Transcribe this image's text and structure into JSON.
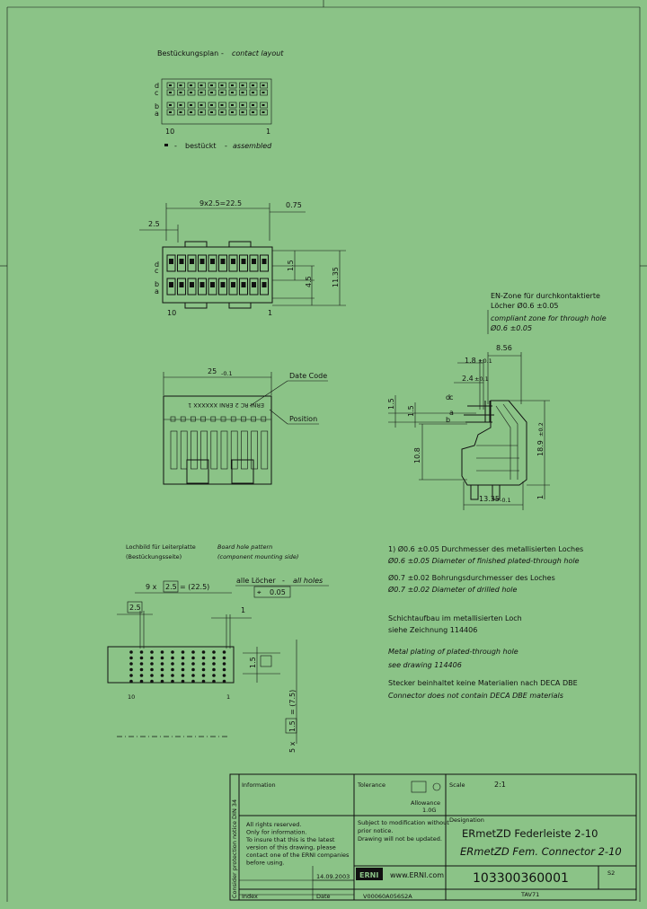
{
  "layout_block": {
    "title": "Bestückungsplan",
    "subtitle": "contact layout",
    "rows": [
      "d",
      "c",
      "b",
      "a"
    ],
    "left_num": "10",
    "right_num": "1",
    "legend": "bestückt",
    "legend_en": "assembled"
  },
  "top_view": {
    "dim_span": "9x2.5=22.5",
    "dim_075": "0.75",
    "dim_25": "2.5",
    "dim_15": "1.5",
    "dim_45": "4.5",
    "dim_1135": "11.35",
    "rows": [
      "d",
      "c",
      "b",
      "a"
    ],
    "left_num": "10",
    "right_num": "1"
  },
  "front_view": {
    "dim_25": "25",
    "tol": "-0.1",
    "date_code": "Date Code",
    "position": "Position",
    "marking": "ERNI  RC 2   ERNI   XXXXXX  1"
  },
  "side_view": {
    "en_zone_de": "EN-Zone für durchkontaktierte",
    "en_zone_de2": "Löcher Ø0.6 ±0.05",
    "en_zone_en": "compliant zone for through hole",
    "en_zone_en2": "Ø0.6 ±0.05",
    "dim_856": "8.56",
    "dim_18": "1.8",
    "tol_18": "±0.1",
    "dim_24": "2.4",
    "tol_24": "±0.1",
    "dim_15a": "1.5",
    "dim_15b": "1.5",
    "dim_108": "10.8",
    "dim_189": "18.9",
    "tol_189": "±0.2",
    "dim_1335": "13.35",
    "tol_1335": "-0.1",
    "dim_1": "1",
    "rows": [
      "d",
      "c",
      "b",
      "a"
    ]
  },
  "hole_pattern": {
    "title_de": "Lochbild für Leiterplatte",
    "title_de2": "(Bestückungsseite)",
    "title_en": "Board hole pattern",
    "title_en2": "(component mounting side)",
    "dim_9x": "9 x",
    "dim_25box": "2.5",
    "dim_total": "= (22.5)",
    "all_holes_de": "alle Löcher",
    "all_holes_en": "all holes",
    "pos_tol": "0.05",
    "dim_25": "2.5",
    "dim_1": "1",
    "dim_15": "1.5",
    "dim_5x": "5 x",
    "dim_15box": "1.5",
    "dim_75": "= (7.5)",
    "left_num": "10",
    "right_num": "1"
  },
  "notes": [
    {
      "text": "1)  Ø0.6 ±0.05 Durchmesser des metallisierten Loches",
      "italic": false
    },
    {
      "text": "     Ø0.6 ±0.05 Diameter of finished plated-through hole",
      "italic": true
    },
    {
      "text": "     Ø0.7 ±0.02 Bohrungsdurchmesser des Loches",
      "italic": false
    },
    {
      "text": "     Ø0.7 ±0.02 Diameter of drilled hole",
      "italic": true
    },
    {
      "text": "     Schichtaufbau im metallisierten Loch",
      "italic": false
    },
    {
      "text": "     siehe Zeichnung 114406",
      "italic": false
    },
    {
      "text": "     Metal plating of plated-through hole",
      "italic": true
    },
    {
      "text": "     see drawing 114406",
      "italic": true
    },
    {
      "text": "     Stecker beinhaltet keine Materialien nach DECA DBE",
      "italic": false
    },
    {
      "text": "     Connector does not contain DECA DBE materials",
      "italic": true
    }
  ],
  "title_block": {
    "side_text": "Consider protection notice DIN 34",
    "information": "Information",
    "tolerance": "Tolerance",
    "scale_label": "Scale",
    "scale": "2:1",
    "allowance": "Allowance",
    "allowance_val": "1.0G",
    "rights": [
      "All rights reserved.",
      "Only for information.",
      "To insure that this is the latest",
      "version of this drawing, please",
      "contact one of the ERNI companies",
      "before using."
    ],
    "subject": [
      "Subject to modification without",
      "prior notice.",
      "Drawing will not be updated."
    ],
    "designation": "Designation",
    "title_de": "ERmetZD Federleiste 2-10",
    "title_en": "ERmetZD Fem. Connector 2-10",
    "logo": "ERNI",
    "website": "www.ERNI.com",
    "part_number": "103300360001",
    "sheet": "S2",
    "format": "TAV71",
    "date": "14.09.2003",
    "index": "Index",
    "date_label": "Date",
    "doc_code": "V00060A056S2A"
  }
}
